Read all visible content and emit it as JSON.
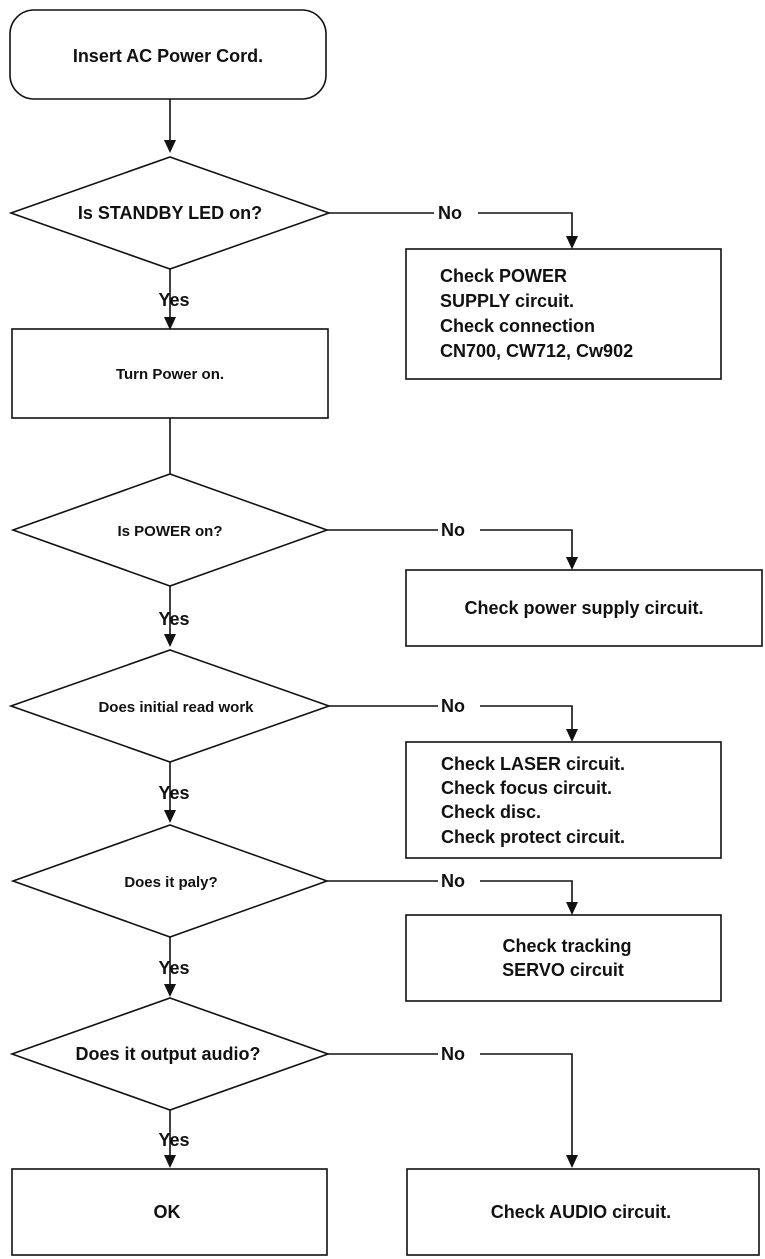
{
  "start": {
    "text": "Insert AC Power Cord."
  },
  "decisions": {
    "standby": "Is STANDBY LED on?",
    "power": "Is POWER on?",
    "initial_read": "Does initial read work",
    "play": "Does it paly?",
    "audio": "Does it output audio?"
  },
  "process": {
    "turn_power": "Turn Power on.",
    "ok": "OK"
  },
  "checks": {
    "power_supply_1": {
      "line1": "Check POWER",
      "line2": "SUPPLY circuit.",
      "line3": "Check connection",
      "line4": "CN700, CW712, Cw902"
    },
    "power_supply_2": "Check power supply circuit.",
    "laser": {
      "line1": "Check LASER circuit.",
      "line2": "Check focus circuit.",
      "line3": "Check disc.",
      "line4": "Check protect circuit."
    },
    "tracking": {
      "line1": "Check tracking",
      "line2": "SERVO circuit"
    },
    "audio": "Check AUDIO circuit."
  },
  "labels": {
    "yes": "Yes",
    "no": "No"
  }
}
